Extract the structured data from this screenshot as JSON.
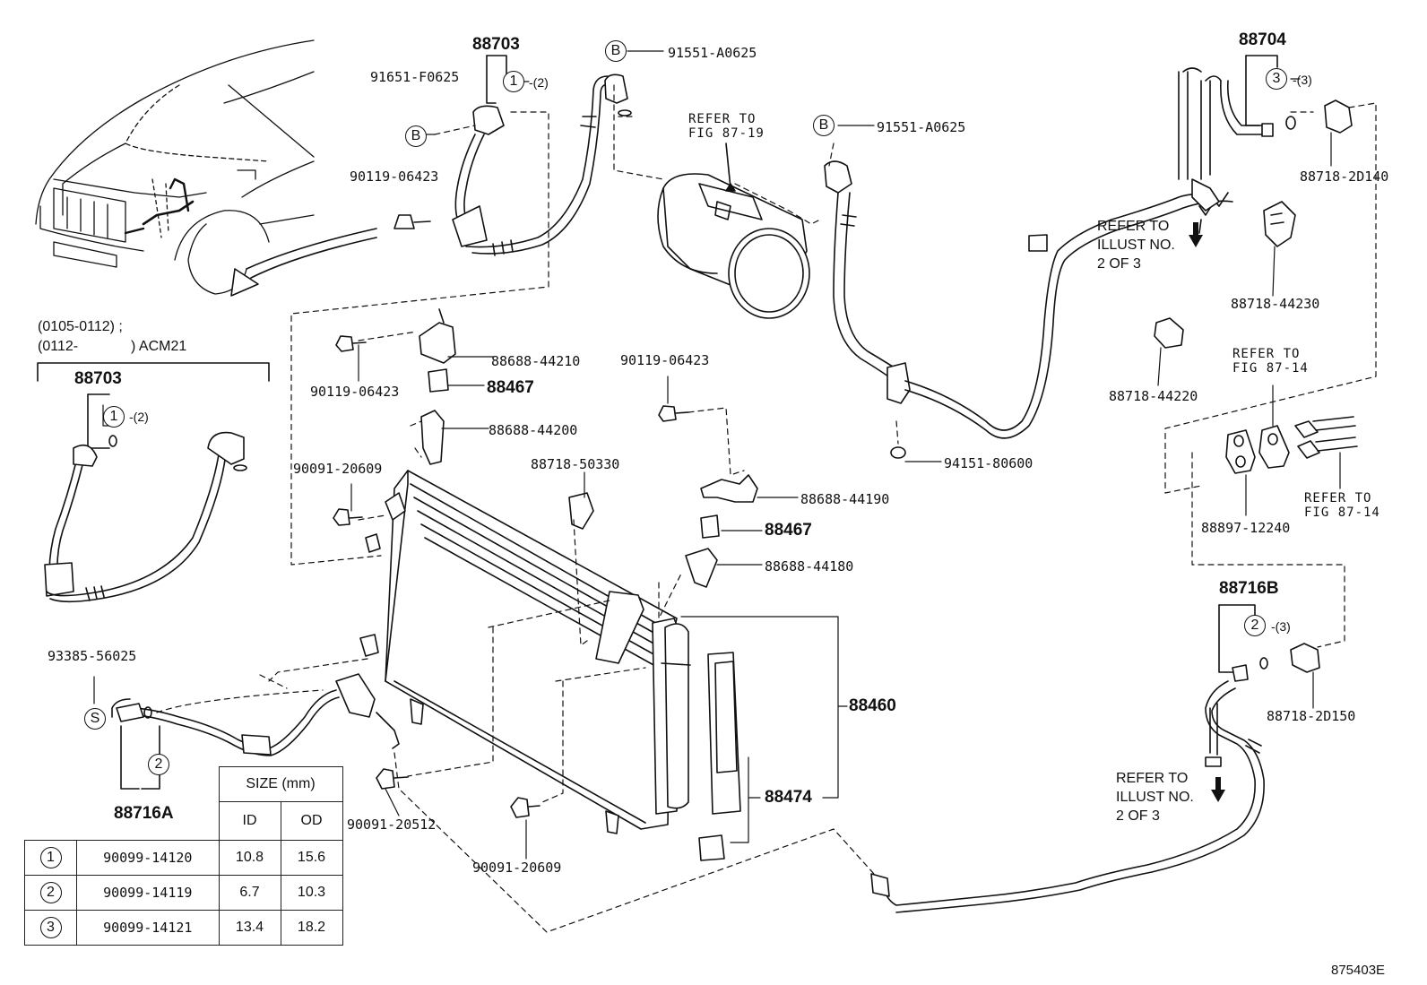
{
  "labels": {
    "p88703_top": "88703",
    "p91651": "91651-F0625",
    "p90119_a": "90119-06423",
    "p91551_a": "91551-A0625",
    "p91551_b": "91551-A0625",
    "p88704": "88704",
    "p88718_2d140": "88718-2D140",
    "p88718_44230": "88718-44230",
    "p88718_44220": "88718-44220",
    "p88688_44210": "88688-44210",
    "p90119_b": "90119-06423",
    "p88467_a": "88467",
    "p88688_44200": "88688-44200",
    "p90091_a": "90091-20609",
    "p88718_50330": "88718-50330",
    "p90119_c": "90119-06423",
    "p88688_44190": "88688-44190",
    "p88467_b": "88467",
    "p88688_44180": "88688-44180",
    "p94151": "94151-80600",
    "p88897": "88897-12240",
    "p88716b": "88716B",
    "p88718_2d150": "88718-2D150",
    "p88460": "88460",
    "p88474": "88474",
    "p93385": "93385-56025",
    "p88716a": "88716A",
    "p90091_20512": "90091-20512",
    "p90091_b": "90091-20609",
    "p88703_inset": "88703",
    "diagram_code": "875403E"
  },
  "inset_labels": {
    "line1": "(0105-0112) ;",
    "line2_left": "(0112-",
    "line2_right": ") ACM21"
  },
  "markers": {
    "b": "B",
    "s": "S",
    "one": "1",
    "two": "2",
    "three": "3",
    "qty2": "-(2)",
    "qty3": "-(3)"
  },
  "refers": {
    "compressor": [
      "REFER TO",
      "FIG 87-19"
    ],
    "fig8714_top": [
      "REFER TO",
      "FIG 87-14"
    ],
    "fig8714_bottom": [
      "REFER TO",
      "FIG 87-14"
    ],
    "illust_top": [
      "REFER TO",
      "ILLUST NO.",
      "2 OF 3"
    ],
    "illust_bottom": [
      "REFER TO",
      "ILLUST NO.",
      "2 OF 3"
    ]
  },
  "size_table": {
    "header": "SIZE (mm)",
    "col_id": "ID",
    "col_od": "OD",
    "rows": [
      {
        "mark": "1",
        "part": "90099-14120",
        "id": "10.8",
        "od": "15.6"
      },
      {
        "mark": "2",
        "part": "90099-14119",
        "id": "6.7",
        "od": "10.3"
      },
      {
        "mark": "3",
        "part": "90099-14121",
        "id": "13.4",
        "od": "18.2"
      }
    ]
  }
}
